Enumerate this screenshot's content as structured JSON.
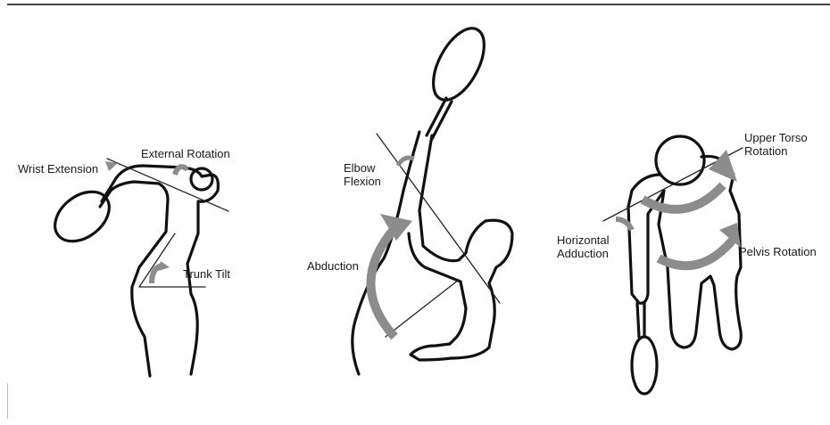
{
  "figures": [
    {
      "name": "backswing-figure",
      "labels": {
        "wrist_extension": "Wrist Extension",
        "external_rotation": "External Rotation",
        "trunk_tilt": "Trunk Tilt"
      }
    },
    {
      "name": "overhead-figure",
      "labels": {
        "elbow_flexion_line1": "Elbow",
        "elbow_flexion_line2": "Flexion",
        "abduction": "Abduction"
      }
    },
    {
      "name": "top-view-figure",
      "labels": {
        "upper_torso_line1": "Upper Torso",
        "upper_torso_line2": "Rotation",
        "horizontal_line1": "Horizontal",
        "horizontal_line2": "Adduction",
        "pelvis_rotation": "Pelvis Rotation"
      }
    }
  ],
  "colors": {
    "outline": "#111111",
    "arrow": "#8c8c8c",
    "background": "#ffffff"
  }
}
